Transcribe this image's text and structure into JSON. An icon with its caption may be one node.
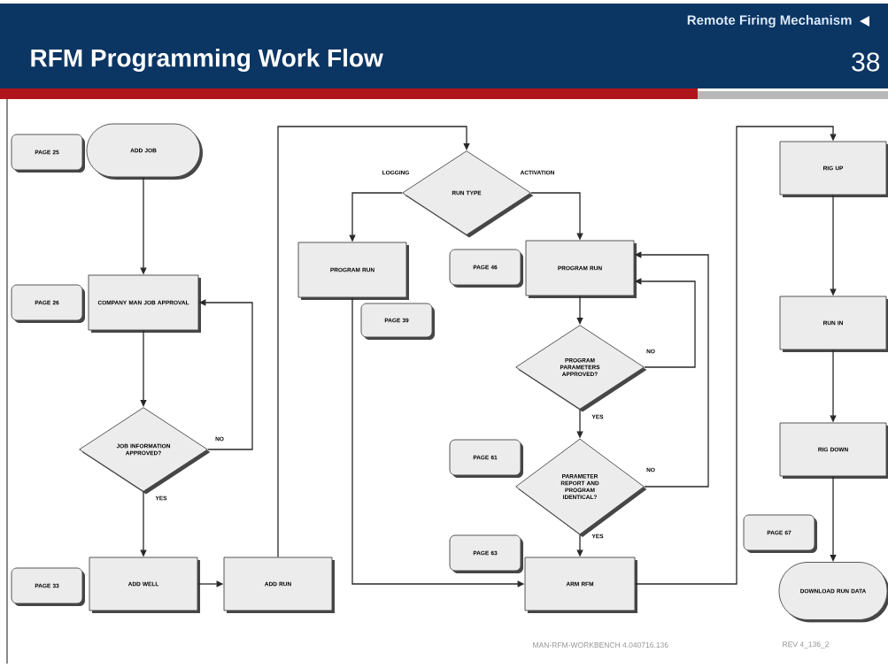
{
  "diagram": {
    "title": "RFM Programming Work Flow",
    "nodes": [
      {
        "text": [
          "ADD JOB"
        ]
      },
      {
        "text": [
          "PAGE 25"
        ]
      },
      {
        "text": [
          "COMPANY MAN JOB APPROVAL"
        ]
      },
      {
        "text": [
          "PAGE 26"
        ]
      },
      {
        "text": [
          "JOB INFORMATION APPROVED?"
        ]
      },
      {
        "text": [
          "ADD WELL"
        ]
      },
      {
        "text": [
          "PAGE 33"
        ]
      },
      {
        "text": [
          "ADD RUN"
        ]
      },
      {
        "text": [
          "RUN TYPE"
        ]
      },
      {
        "text": [
          "PROGRAM RUN"
        ]
      },
      {
        "text": [
          "PAGE 39"
        ]
      },
      {
        "text": [
          "PROGRAM RUN"
        ]
      },
      {
        "text": [
          "PAGE 46"
        ]
      },
      {
        "text": [
          "PROGRAM PARAMETERS APPROVED?"
        ]
      },
      {
        "text": [
          "PARAMETER REPORT AND PROGRAM IDENTICAL?"
        ]
      },
      {
        "text": [
          "PAGE 61"
        ]
      },
      {
        "text": [
          "ARM RFM"
        ]
      },
      {
        "text": [
          "PAGE 63"
        ]
      },
      {
        "text": [
          "RIG UP"
        ]
      },
      {
        "text": [
          "RUN IN"
        ]
      },
      {
        "text": [
          "RIG DOWN"
        ]
      },
      {
        "text": [
          "PAGE 67"
        ]
      },
      {
        "text": [
          "DOWNLOAD RUN DATA"
        ]
      }
    ],
    "edges": [
      {
        "from": 0,
        "to": 2,
        "arrow": "to"
      },
      {
        "from": 2,
        "to": 4,
        "arrow": "to"
      },
      {
        "from": 4,
        "to": 2,
        "arrow": "to",
        "label": "NO"
      },
      {
        "from": 4,
        "to": 5,
        "arrow": "to",
        "label": "YES"
      },
      {
        "from": 5,
        "to": 7,
        "arrow": "to"
      },
      {
        "from": 7,
        "to": 8,
        "arrow": "to"
      },
      {
        "from": 8,
        "to": 9,
        "arrow": "to",
        "label": "LOGGING"
      },
      {
        "from": 8,
        "to": 11,
        "arrow": "to",
        "label": "ACTIVATION"
      },
      {
        "from": 9,
        "to": 16,
        "arrow": "to"
      },
      {
        "from": 11,
        "to": 13,
        "arrow": "to"
      },
      {
        "from": 13,
        "to": 11,
        "arrow": "to",
        "label": "NO"
      },
      {
        "from": 13,
        "to": 14,
        "arrow": "to",
        "label": "YES"
      },
      {
        "from": 14,
        "to": 11,
        "arrow": "to",
        "label": "NO"
      },
      {
        "from": 14,
        "to": 16,
        "arrow": "to",
        "label": "YES"
      },
      {
        "from": 16,
        "to": 18,
        "arrow": "to"
      },
      {
        "from": 18,
        "to": 19,
        "arrow": "to"
      },
      {
        "from": 19,
        "to": 20,
        "arrow": "to"
      },
      {
        "from": 20,
        "to": 22,
        "arrow": "to"
      }
    ],
    "labels": [
      "Remote Firing Mechanism",
      "38",
      "MAN-RFM-WORKBENCH 4.040716.136",
      "REV 4_136_2"
    ]
  }
}
